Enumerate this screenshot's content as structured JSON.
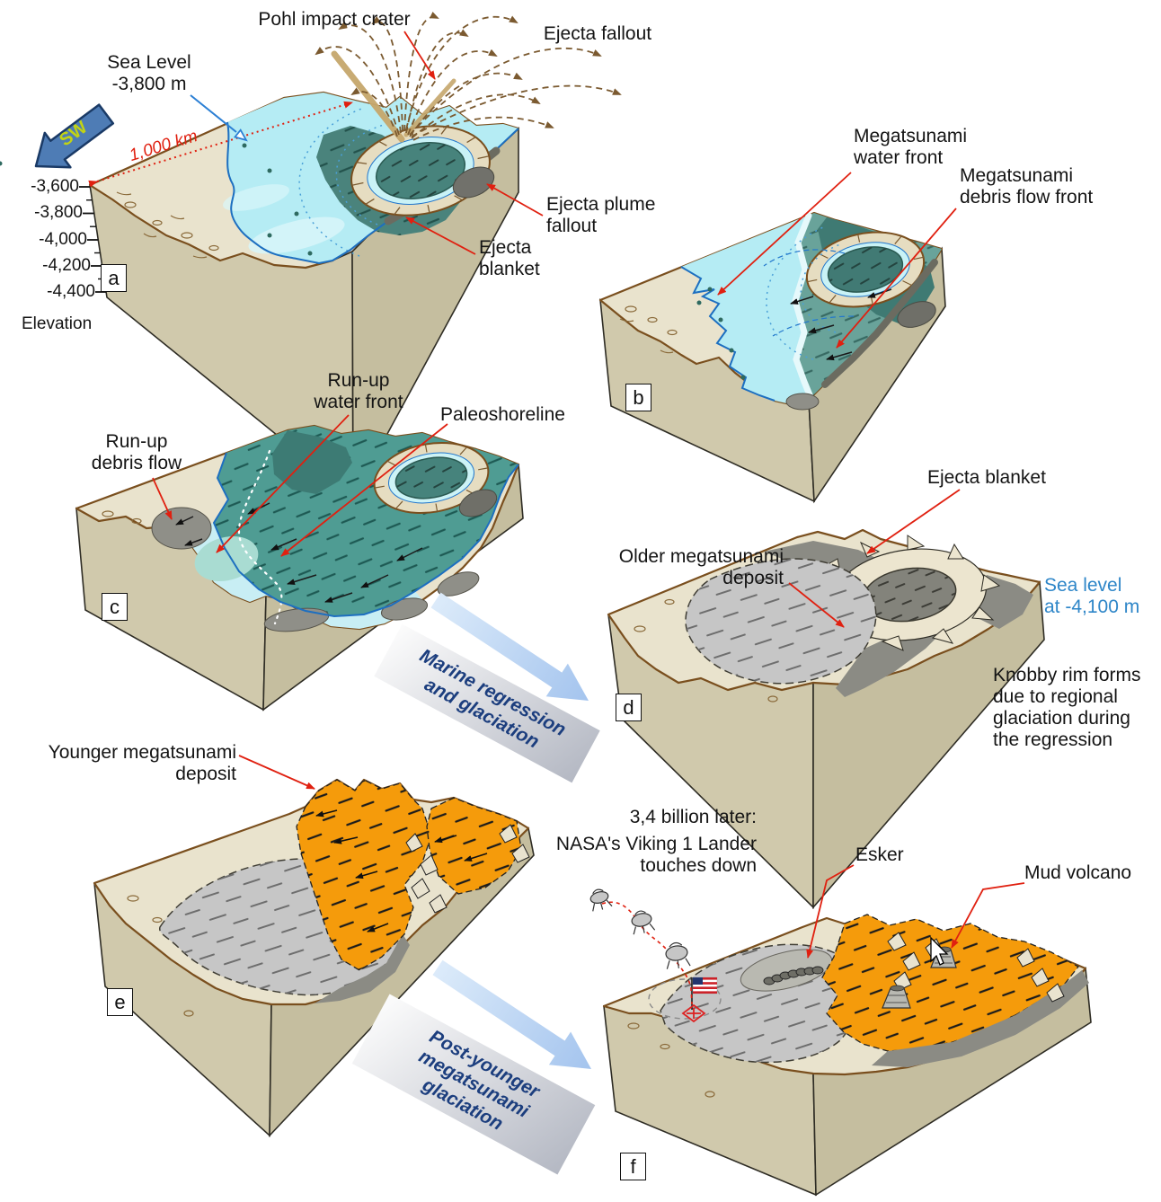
{
  "figure_title": "Mars megatsunami evolution diagram",
  "panel_letters": {
    "a": "a",
    "b": "b",
    "c": "c",
    "d": "d",
    "e": "e",
    "f": "f"
  },
  "labels": {
    "pohl": "Pohl impact crater",
    "ejecta_fallout": "Ejecta fallout",
    "sea_level_a": "Sea Level\n-3,800 m",
    "sw": "SW",
    "distance": "1,000 km",
    "elevation_title": "Elevation",
    "elev_ticks": [
      "-3,600",
      "-3,800",
      "-4,000",
      "-4,200",
      "-4,400"
    ],
    "ejecta_plume_fallout": "Ejecta plume\nfallout",
    "ejecta_blanket_a": "Ejecta\nblanket",
    "megatsunami_water_front": "Megatsunami\nwater front",
    "megatsunami_debris_front": "Megatsunami\ndebris flow front",
    "runup_water_front": "Run-up\nwater front",
    "paleoshoreline": "Paleoshoreline",
    "runup_debris_flow": "Run-up\ndebris flow",
    "ejecta_blanket_d": "Ejecta blanket",
    "older_deposit": "Older megatsunami\ndeposit",
    "sea_level_d": "Sea level\nat -4,100 m",
    "knobby_rim": "Knobby rim forms\ndue to regional\nglaciation during\nthe regression",
    "younger_deposit": "Younger megatsunami\ndeposit",
    "billion_later": "3,4 billion later:",
    "nasa_viking": "NASA's Viking 1 Lander\ntouches down",
    "esker": "Esker",
    "mud_volcano": "Mud volcano",
    "marine_arrow": "Marine regression\nand glaciation",
    "post_arrow": "Post-younger\nmegatsunami\nglaciation"
  },
  "colors": {
    "sea_cyan": "#b5ecf4",
    "teal_debris": "#4a837c",
    "teal_dark": "#3f7a73",
    "teal_medium": "#69a39a",
    "orange_deposit": "#f59b0b",
    "gray_deposit": "#c6c6c6",
    "dark_gray": "#8b8b84",
    "block_khaki_left": "#d0c9ac",
    "block_khaki_right": "#c5be9f",
    "shore_beige": "#e9e3cd",
    "leader_red": "#e02010",
    "band_text_blue": "#1c3e7e",
    "sea_label_blue": "#2e86c8"
  }
}
